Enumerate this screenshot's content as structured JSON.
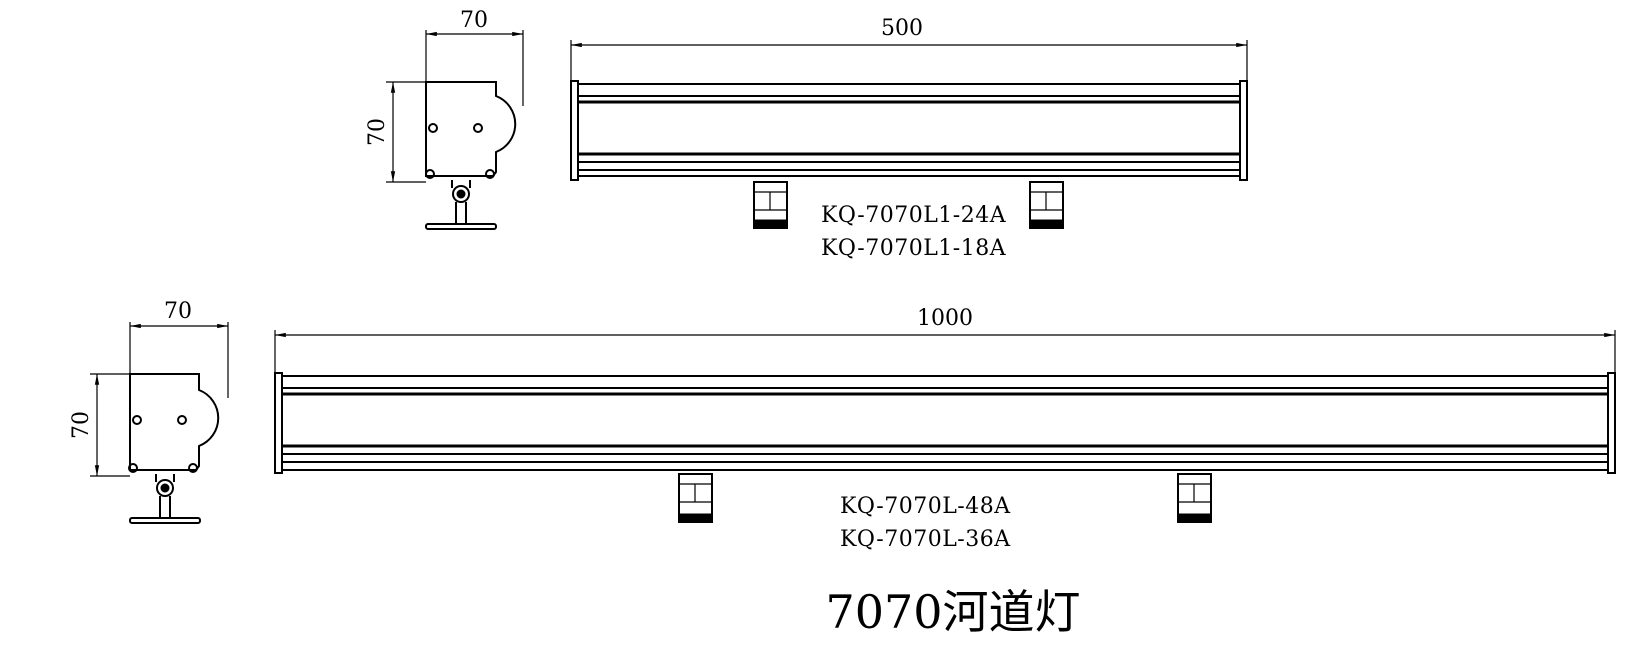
{
  "dimensions": {
    "top_side_width": "70",
    "top_side_height": "70",
    "top_length": "500",
    "bottom_side_width": "70",
    "bottom_side_height": "70",
    "bottom_length": "1000"
  },
  "models": {
    "short": [
      "KQ-7070L1-24A",
      "KQ-7070L1-18A"
    ],
    "long": [
      "KQ-7070L-48A",
      "KQ-7070L-36A"
    ]
  },
  "title": "7070河道灯"
}
